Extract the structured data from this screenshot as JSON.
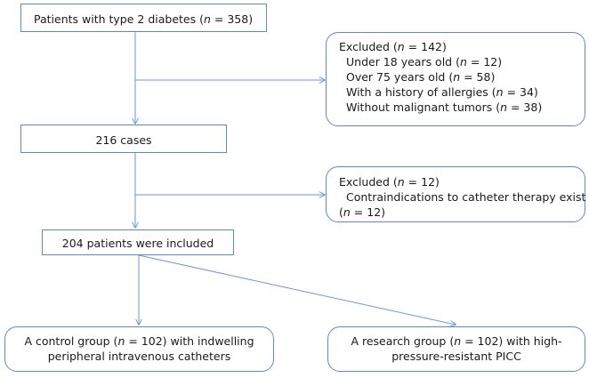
{
  "nodes": {
    "patients": {
      "pre": "Patients with type 2 diabetes (",
      "var": "n",
      "post": " = 358)"
    },
    "excluded_1": {
      "title": {
        "pre": "Excluded (",
        "var": "n",
        "post": " = 142)"
      },
      "items": [
        {
          "pre": "Under 18 years old (",
          "var": "n",
          "post": " = 12)"
        },
        {
          "pre": "Over 75 years old (",
          "var": "n",
          "post": " = 58)"
        },
        {
          "pre": "With a history of allergies (",
          "var": "n",
          "post": " = 34)"
        },
        {
          "pre": "Without malignant tumors (",
          "var": "n",
          "post": " = 38)"
        }
      ]
    },
    "cases_216": {
      "text": "216 cases"
    },
    "excluded_2": {
      "title": {
        "pre": "Excluded (",
        "var": "n",
        "post": " = 12)"
      },
      "item_line1": "Contraindications to catheter therapy exist",
      "item_line2": {
        "pre": "(",
        "var": "n",
        "post": " = 12)"
      }
    },
    "included_204": {
      "text": "204 patients were included"
    },
    "control_group": {
      "line1": {
        "pre": "A control group (",
        "var": "n",
        "post": " = 102) with indwelling"
      },
      "line2": "peripheral intravenous catheters"
    },
    "research_group": {
      "line1": {
        "pre": "A research group (",
        "var": "n",
        "post": " = 102) with high-"
      },
      "line2": "pressure-resistant PICC"
    }
  },
  "colors": {
    "border": "#5b8ad0",
    "arrow": "#6b96d6",
    "text": "#1a1a1a"
  }
}
